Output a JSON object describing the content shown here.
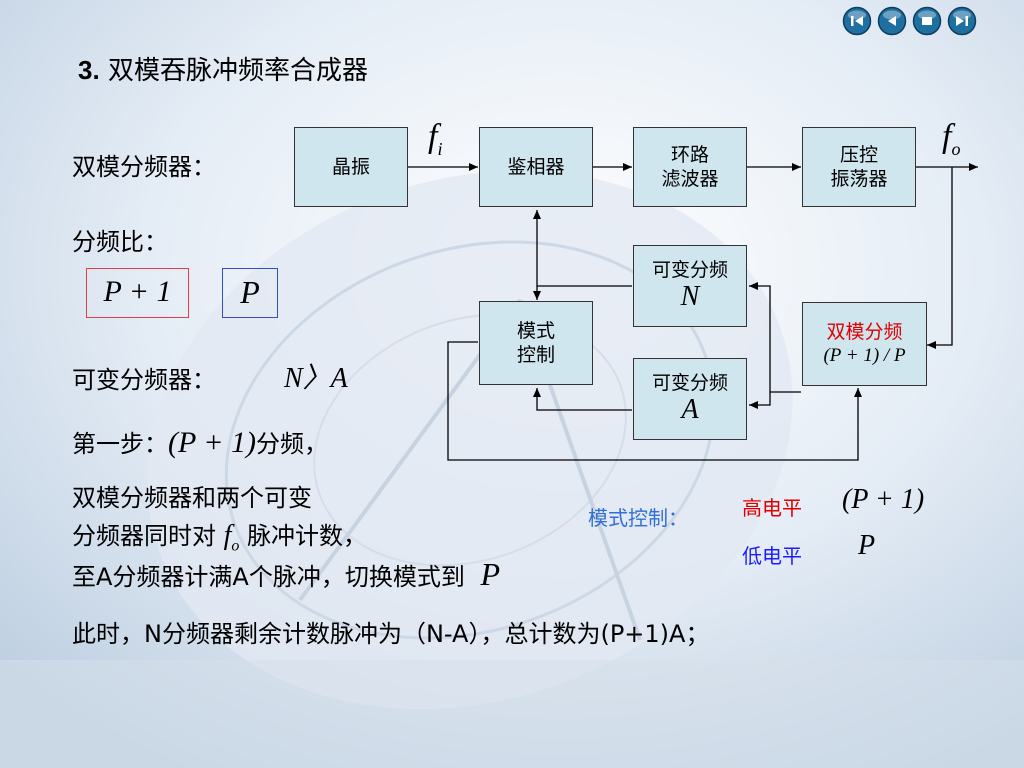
{
  "slide": {
    "heading_num": "3.",
    "heading_text": "双模吞脉冲频率合成器",
    "label_dual_divider": "双模分频器：",
    "label_ratio": "分频比：",
    "ratio_p1": "P + 1",
    "ratio_p": "P",
    "label_var_divider": "可变分频器：",
    "cond": "N〉A",
    "step1_prefix": "第一步：",
    "step1_expr": "(P + 1)",
    "step1_suffix": "分频，",
    "line_a": "双模分频器和两个可变",
    "line_b1": "分频器同时对",
    "line_b_sym": "f",
    "line_b_sub": "o",
    "line_b2": "脉冲计数，",
    "line_c": "至A分频器计满A个脉冲，切换模式到",
    "line_c_sym": "P",
    "line_d": "此时，N分频器剩余计数脉冲为（N-A），总计数为(P+1)A；"
  },
  "diagram": {
    "crystal": "晶振",
    "phase_det": "鉴相器",
    "loop_filter_1": "环路",
    "loop_filter_2": "滤波器",
    "vco_1": "压控",
    "vco_2": "振荡器",
    "var_n_1": "可变分频",
    "var_n_2": "N",
    "mode_ctrl_1": "模式",
    "mode_ctrl_2": "控制",
    "var_a_1": "可变分频",
    "var_a_2": "A",
    "dual_1": "双模分频",
    "dual_2": "(P + 1) / P",
    "fi_sym": "f",
    "fi_sub": "i",
    "fo_sym": "f",
    "fo_sub": "o"
  },
  "mode_legend": {
    "label": "模式控制：",
    "high": "高电平",
    "high_expr": "(P + 1)",
    "low": "低电平",
    "low_expr": "P"
  },
  "nav": {
    "icons": [
      "first-icon",
      "prev-icon",
      "next-icon",
      "last-icon"
    ],
    "color": "#1f6fa0"
  }
}
